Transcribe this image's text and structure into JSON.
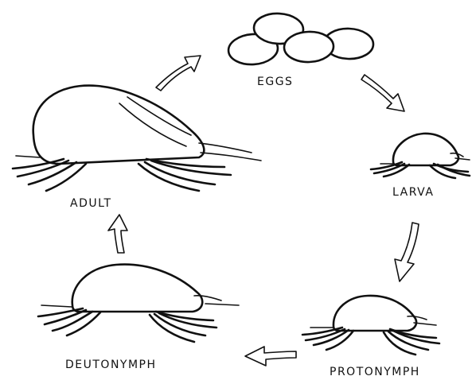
{
  "stages": {
    "eggs": {
      "label": "EGGS"
    },
    "larva": {
      "label": "LARVA"
    },
    "protonymph": {
      "label": "PROTONYMPH"
    },
    "deutonymph": {
      "label": "DEUTONYMPH"
    },
    "adult": {
      "label": "ADULT"
    }
  },
  "colors": {
    "ink": "#111111",
    "background": "#ffffff"
  }
}
